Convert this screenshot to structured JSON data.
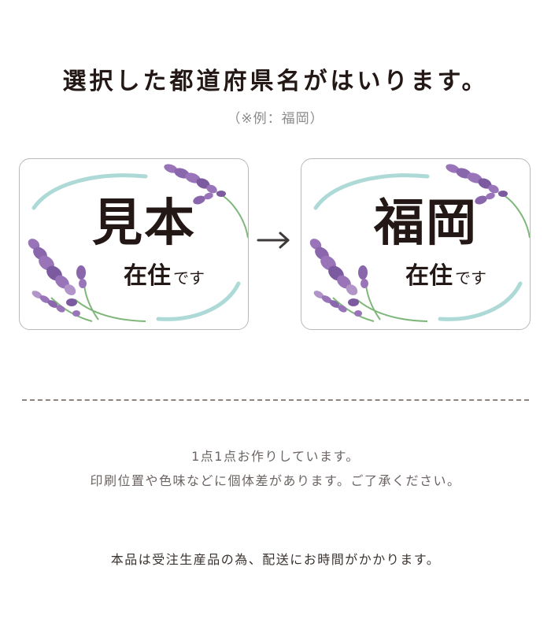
{
  "header": {
    "title": "選択した都道府県名がはいります。",
    "example": "（※例：福岡）"
  },
  "cards": [
    {
      "main": "見本",
      "sub": "在住",
      "sub_small": "です"
    },
    {
      "main": "福岡",
      "sub": "在住",
      "sub_small": "です"
    }
  ],
  "arrow_icon": "right-arrow-icon",
  "notes": {
    "line1": "1点1点お作りしています。",
    "line2": "印刷位置や色味などに個体差があります。ご了承ください。",
    "line3": "本品は受注生産品の為、配送にお時間がかかります。"
  },
  "colors": {
    "text": "#231815",
    "subtitle": "#8a8a8a",
    "lavender": "#9a74b8",
    "lavender_dark": "#7b5aa0",
    "stem": "#7fb77a",
    "swoosh": "#9fd3cf",
    "card_border": "#b9b9b9",
    "divider": "#8f8580"
  }
}
